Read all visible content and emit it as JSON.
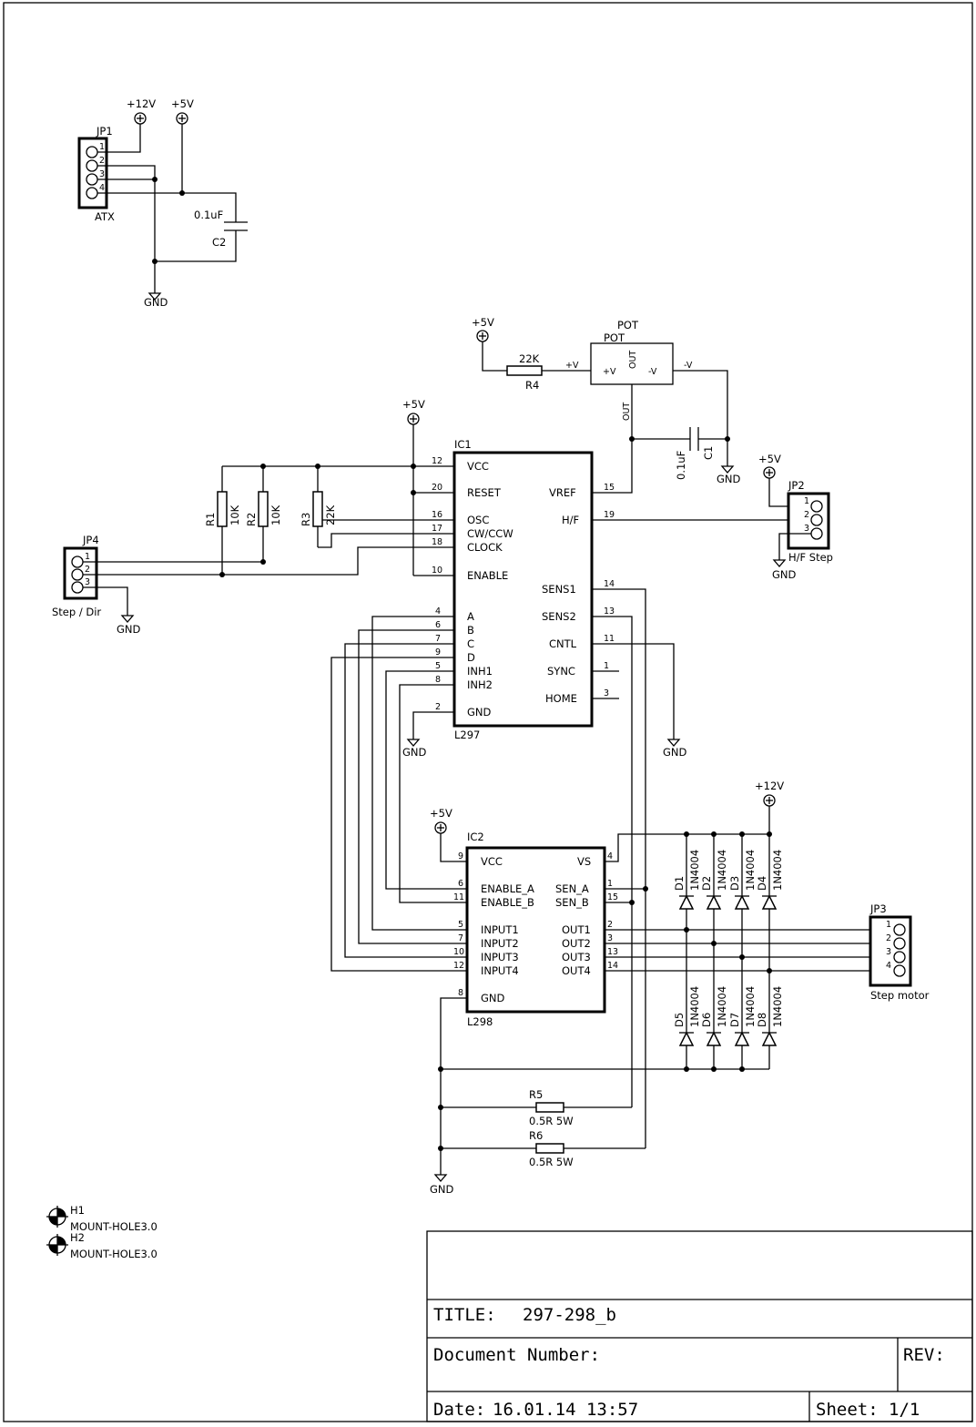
{
  "title_block": {
    "title_label": "TITLE:",
    "title_value": "297-298_b",
    "doc_label": "Document Number:",
    "rev_label": "REV:",
    "date_label": "Date:",
    "date_value": "16.01.14 13:57",
    "sheet_label": "Sheet:",
    "sheet_value": "1/1"
  },
  "power": {
    "v12": "+12V",
    "v5": "+5V",
    "gnd": "GND"
  },
  "jp1": {
    "ref": "JP1",
    "value": "ATX",
    "pins": [
      "1",
      "2",
      "3",
      "4"
    ]
  },
  "jp2": {
    "ref": "JP2",
    "value": "H/F Step",
    "pins": [
      "1",
      "2",
      "3"
    ]
  },
  "jp3": {
    "ref": "JP3",
    "value": "Step motor",
    "pins": [
      "1",
      "2",
      "3",
      "4"
    ]
  },
  "jp4": {
    "ref": "JP4",
    "value": "Step / Dir",
    "pins": [
      "1",
      "2",
      "3"
    ]
  },
  "c1": {
    "ref": "C1",
    "value": "0.1uF"
  },
  "c2": {
    "ref": "C2",
    "value": "0.1uF"
  },
  "pot": {
    "ref": "POT",
    "value": "POT",
    "pin_plus": "+V",
    "pin_minus": "-V",
    "pin_out": "OUT",
    "net_plus": "+V",
    "net_minus": "-V",
    "net_out": "OUT"
  },
  "r1": {
    "ref": "R1",
    "value": "10K"
  },
  "r2": {
    "ref": "R2",
    "value": "10K"
  },
  "r3": {
    "ref": "R3",
    "value": "22K"
  },
  "r4": {
    "ref": "R4",
    "value": "22K"
  },
  "r5": {
    "ref": "R5",
    "value": "0.5R 5W"
  },
  "r6": {
    "ref": "R6",
    "value": "0.5R 5W"
  },
  "ic1": {
    "ref": "IC1",
    "value": "L297",
    "left_pins": [
      {
        "num": "12",
        "name": "VCC"
      },
      {
        "num": "20",
        "name": "RESET"
      },
      {
        "num": "16",
        "name": "OSC"
      },
      {
        "num": "17",
        "name": "CW/CCW"
      },
      {
        "num": "18",
        "name": "CLOCK"
      },
      {
        "num": "10",
        "name": "ENABLE"
      },
      {
        "num": "4",
        "name": "A"
      },
      {
        "num": "6",
        "name": "B"
      },
      {
        "num": "7",
        "name": "C"
      },
      {
        "num": "9",
        "name": "D"
      },
      {
        "num": "5",
        "name": "INH1"
      },
      {
        "num": "8",
        "name": "INH2"
      },
      {
        "num": "2",
        "name": "GND"
      }
    ],
    "right_pins": [
      {
        "num": "15",
        "name": "VREF"
      },
      {
        "num": "19",
        "name": "H/F"
      },
      {
        "num": "14",
        "name": "SENS1"
      },
      {
        "num": "13",
        "name": "SENS2"
      },
      {
        "num": "11",
        "name": "CNTL"
      },
      {
        "num": "1",
        "name": "SYNC"
      },
      {
        "num": "3",
        "name": "HOME"
      }
    ]
  },
  "ic2": {
    "ref": "IC2",
    "value": "L298",
    "left_pins": [
      {
        "num": "9",
        "name": "VCC"
      },
      {
        "num": "6",
        "name": "ENABLE_A"
      },
      {
        "num": "11",
        "name": "ENABLE_B"
      },
      {
        "num": "5",
        "name": "INPUT1"
      },
      {
        "num": "7",
        "name": "INPUT2"
      },
      {
        "num": "10",
        "name": "INPUT3"
      },
      {
        "num": "12",
        "name": "INPUT4"
      },
      {
        "num": "8",
        "name": "GND"
      }
    ],
    "right_pins": [
      {
        "num": "4",
        "name": "VS"
      },
      {
        "num": "1",
        "name": "SEN_A"
      },
      {
        "num": "15",
        "name": "SEN_B"
      },
      {
        "num": "2",
        "name": "OUT1"
      },
      {
        "num": "3",
        "name": "OUT2"
      },
      {
        "num": "13",
        "name": "OUT3"
      },
      {
        "num": "14",
        "name": "OUT4"
      }
    ]
  },
  "diodes": {
    "top": [
      {
        "ref": "D1",
        "value": "1N4004"
      },
      {
        "ref": "D2",
        "value": "1N4004"
      },
      {
        "ref": "D3",
        "value": "1N4004"
      },
      {
        "ref": "D4",
        "value": "1N4004"
      }
    ],
    "bottom": [
      {
        "ref": "D5",
        "value": "1N4004"
      },
      {
        "ref": "D6",
        "value": "1N4004"
      },
      {
        "ref": "D7",
        "value": "1N4004"
      },
      {
        "ref": "D8",
        "value": "1N4004"
      }
    ]
  },
  "mount_holes": [
    {
      "ref": "H1",
      "value": "MOUNT-HOLE3.0"
    },
    {
      "ref": "H2",
      "value": "MOUNT-HOLE3.0"
    }
  ]
}
